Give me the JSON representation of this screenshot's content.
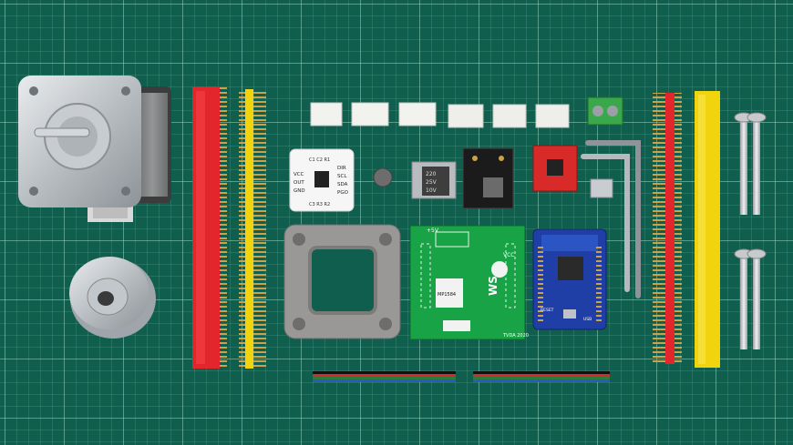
{
  "sensor_board": {
    "label_vcc": "VCC",
    "label_out": "OUT",
    "label_gnd": "GND",
    "label_dir": "DIR",
    "label_scl": "SCL",
    "label_sda": "SDA",
    "label_pgo": "PGO",
    "top_marks": "C1 C2 R1",
    "bottom_marks": "C3 R3 R2"
  },
  "inductor": {
    "line1": "220",
    "line2": "25V",
    "line3": "10V"
  },
  "carrier_pcb": {
    "top_label": "+5V",
    "right_label": "VCC",
    "chip_label": "MP1584",
    "side_text": "WS",
    "bottom_label": "TVDA 2020"
  },
  "wifi_board": {
    "reset_label": "RESET",
    "usb_label": "USB"
  },
  "colors": {
    "mat": "#0f5e4e",
    "red_header": "#e3262b",
    "yellow_header": "#f2d40e",
    "green_pcb": "#17a346",
    "blue_board": "#1f3fa6",
    "red_driver": "#d92a2a"
  }
}
